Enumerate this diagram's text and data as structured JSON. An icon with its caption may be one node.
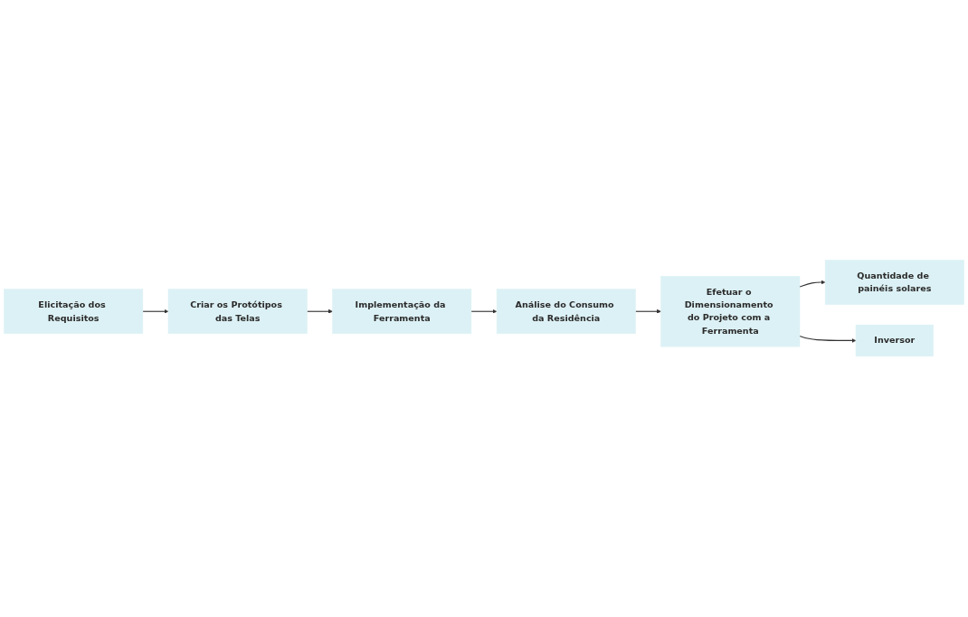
{
  "diagram": {
    "nodes": [
      {
        "text": [
          "Elicitação dos Requisitos"
        ]
      },
      {
        "text": [
          "Criar os Protótipos das Telas"
        ]
      },
      {
        "text": [
          "Implementação da Ferramenta"
        ]
      },
      {
        "text": [
          "Análise do Consumo da Residência"
        ]
      },
      {
        "text": [
          "Efetuar o Dimensionamento do Projeto com a Ferramenta"
        ]
      },
      {
        "text": [
          "Quantidade de painéis solares"
        ]
      },
      {
        "text": [
          "Inversor"
        ]
      }
    ],
    "edges": [
      {
        "from": 0,
        "to": 1,
        "arrow": "to"
      },
      {
        "from": 1,
        "to": 2,
        "arrow": "to"
      },
      {
        "from": 2,
        "to": 3,
        "arrow": "to"
      },
      {
        "from": 3,
        "to": 4,
        "arrow": "to"
      },
      {
        "from": 4,
        "to": 5,
        "arrow": "to"
      },
      {
        "from": 4,
        "to": 6,
        "arrow": "to"
      }
    ]
  }
}
